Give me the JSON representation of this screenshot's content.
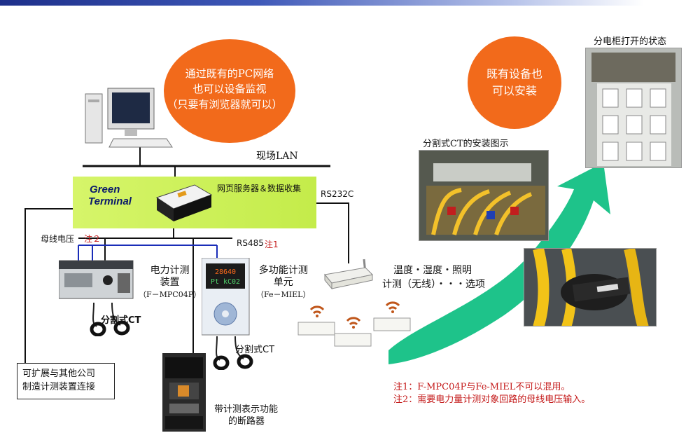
{
  "bubble_left": {
    "lines": [
      "通过既有的PC网络",
      "也可以设备监视",
      "（只要有浏览器就可以）"
    ]
  },
  "bubble_right": {
    "lines": [
      "既有设备也",
      "可以安装"
    ]
  },
  "labels": {
    "lan": "现场LAN",
    "green_terminal_1": "Green",
    "green_terminal_2": "Terminal",
    "web_server": "网页服务器＆数据收集",
    "rs232c": "RS232C",
    "bus_voltage": "母线电压",
    "note2_tag": "注２",
    "rs485": "RS485",
    "note1_tag": "注1",
    "power_meter": [
      "电力计测",
      "装置",
      "（F－MPC04P）"
    ],
    "multi_meter": [
      "多功能计测",
      "单元",
      "（Fe－MIEL）"
    ],
    "split_ct_1": "分割式CT",
    "split_ct_2": "分割式CT",
    "wireless": [
      "温度・湿度・照明",
      "计测（无线）・・・选项"
    ],
    "expand_box": [
      "可扩展与其他公司",
      "制造计测装置连接"
    ],
    "breaker": [
      "带计测表示功能",
      "的断路器"
    ],
    "ct_install": "分割式CT的安装图示",
    "cabinet_open": "分电柜打开的状态"
  },
  "notes": [
    "注1：F-MPC04P与Fe-MIEL不可以混用。",
    "注2：需要电力量计测对象回路的母线电压输入。"
  ],
  "device_display": {
    "line1": "28640",
    "line2": "Pt kC02"
  },
  "colors": {
    "bubble": "#f26a1b",
    "arrow": "#1ec38a",
    "band": "#cdf05a",
    "note": "#c41a1a",
    "wire_blue": "#1a2db8"
  }
}
